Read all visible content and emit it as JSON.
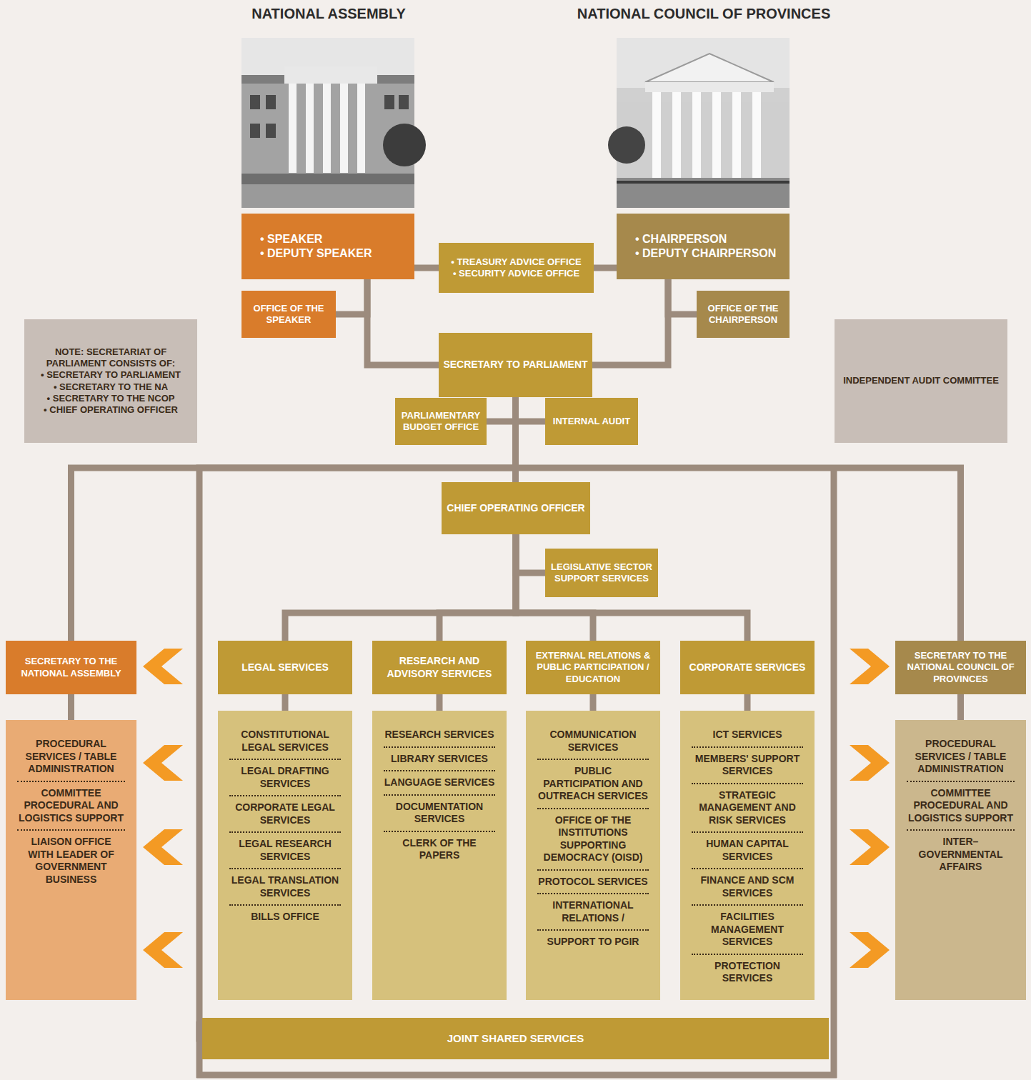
{
  "diagram": {
    "nodes": [
      {
        "text": [
          "• SPEAKER",
          "• DEPUTY SPEAKER"
        ]
      },
      {
        "text": [
          "• TREASURY ADVICE OFFICE",
          "• SECURITY ADVICE OFFICE"
        ]
      },
      {
        "text": [
          "• CHAIRPERSON",
          "• DEPUTY CHAIRPERSON"
        ]
      },
      {
        "text": [
          "OFFICE OF THE SPEAKER"
        ]
      },
      {
        "text": [
          "OFFICE OF THE CHAIRPERSON"
        ]
      },
      {
        "text": [
          "NOTE: SECRETARIAT OF PARLIAMENT CONSISTS OF:",
          "• SECRETARY TO PARLIAMENT",
          "• SECRETARY TO THE NA",
          "• SECRETARY TO THE NCOP",
          "• CHIEF OPERATING OFFICER"
        ]
      },
      {
        "text": [
          "SECRETARY TO PARLIAMENT"
        ]
      },
      {
        "text": [
          "INDEPENDENT AUDIT COMMITTEE"
        ]
      },
      {
        "text": [
          "PARLIAMENTARY BUDGET OFFICE"
        ]
      },
      {
        "text": [
          "INTERNAL AUDIT"
        ]
      },
      {
        "text": [
          "CHIEF OPERATING OFFICER"
        ]
      },
      {
        "text": [
          "LEGISLATIVE SECTOR SUPPORT SERVICES"
        ]
      },
      {
        "text": [
          "SECRETARY TO THE NATIONAL ASSEMBLY"
        ]
      },
      {
        "text": [
          "LEGAL SERVICES"
        ]
      },
      {
        "text": [
          "RESEARCH AND ADVISORY SERVICES"
        ]
      },
      {
        "text": [
          "EXTERNAL RELATIONS & PUBLIC PARTICIPATION / EDUCATION"
        ]
      },
      {
        "text": [
          "CORPORATE SERVICES"
        ]
      },
      {
        "text": [
          "SECRETARY TO THE NATIONAL COUNCIL OF PROVINCES"
        ]
      },
      {
        "text": [
          "PROCEDURAL SERVICES / TABLE ADMINISTRATION",
          "COMMITTEE PROCEDURAL AND LOGISTICS SUPPORT",
          "LIAISON OFFICE WITH LEADER OF GOVERNMENT BUSINESS"
        ]
      },
      {
        "text": [
          "CONSTITUTIONAL LEGAL SERVICES",
          "LEGAL DRAFTING SERVICES",
          "CORPORATE LEGAL SERVICES",
          "LEGAL RESEARCH SERVICES",
          "LEGAL TRANSLATION SERVICES",
          "BILLS OFFICE"
        ]
      },
      {
        "text": [
          "RESEARCH SERVICES",
          "LIBRARY SERVICES",
          "LANGUAGE SERVICES",
          "DOCUMENTATION SERVICES",
          "CLERK OF THE PAPERS"
        ]
      },
      {
        "text": [
          "COMMUNICATION SERVICES",
          "PUBLIC PARTICIPATION AND OUTREACH SERVICES",
          "OFFICE OF THE INSTITUTIONS SUPPORTING DEMOCRACY (OISD)",
          "PROTOCOL SERVICES",
          "INTERNATIONAL RELATIONS /",
          "SUPPORT TO PGIR"
        ]
      },
      {
        "text": [
          "ICT SERVICES",
          "MEMBERS' SUPPORT SERVICES",
          "STRATEGIC MANAGEMENT AND RISK SERVICES",
          "HUMAN CAPITAL SERVICES",
          "FINANCE AND SCM SERVICES",
          "FACILITIES MANAGEMENT SERVICES",
          "PROTECTION SERVICES"
        ]
      },
      {
        "text": [
          "PROCEDURAL SERVICES / TABLE ADMINISTRATION",
          "COMMITTEE PROCEDURAL AND LOGISTICS SUPPORT",
          "INTER– GOVERNMENTAL AFFAIRS"
        ]
      },
      {
        "text": [
          "JOINT SHARED SERVICES"
        ]
      }
    ],
    "edges": [
      {
        "from": 0,
        "to": 1,
        "arrow": "none"
      },
      {
        "from": 1,
        "to": 2,
        "arrow": "none"
      },
      {
        "from": 0,
        "to": 3,
        "arrow": "none"
      },
      {
        "from": 0,
        "to": 6,
        "arrow": "none"
      },
      {
        "from": 2,
        "to": 4,
        "arrow": "none"
      },
      {
        "from": 2,
        "to": 6,
        "arrow": "none"
      },
      {
        "from": 6,
        "to": 8,
        "arrow": "none"
      },
      {
        "from": 6,
        "to": 9,
        "arrow": "none"
      },
      {
        "from": 6,
        "to": 10,
        "arrow": "none"
      },
      {
        "from": 6,
        "to": 12,
        "arrow": "none"
      },
      {
        "from": 6,
        "to": 17,
        "arrow": "none"
      },
      {
        "from": 6,
        "to": 24,
        "arrow": "none"
      },
      {
        "from": 10,
        "to": 11,
        "arrow": "none"
      },
      {
        "from": 10,
        "to": 13,
        "arrow": "none"
      },
      {
        "from": 10,
        "to": 14,
        "arrow": "none"
      },
      {
        "from": 10,
        "to": 15,
        "arrow": "none"
      },
      {
        "from": 10,
        "to": 16,
        "arrow": "none"
      },
      {
        "from": 12,
        "to": 18,
        "arrow": "none"
      },
      {
        "from": 13,
        "to": 19,
        "arrow": "none"
      },
      {
        "from": 14,
        "to": 20,
        "arrow": "none"
      },
      {
        "from": 15,
        "to": 21,
        "arrow": "none"
      },
      {
        "from": 16,
        "to": 22,
        "arrow": "none"
      },
      {
        "from": 17,
        "to": 23,
        "arrow": "none"
      }
    ],
    "labels": [
      "NATIONAL ASSEMBLY",
      "NATIONAL COUNCIL OF PROVINCES"
    ]
  }
}
